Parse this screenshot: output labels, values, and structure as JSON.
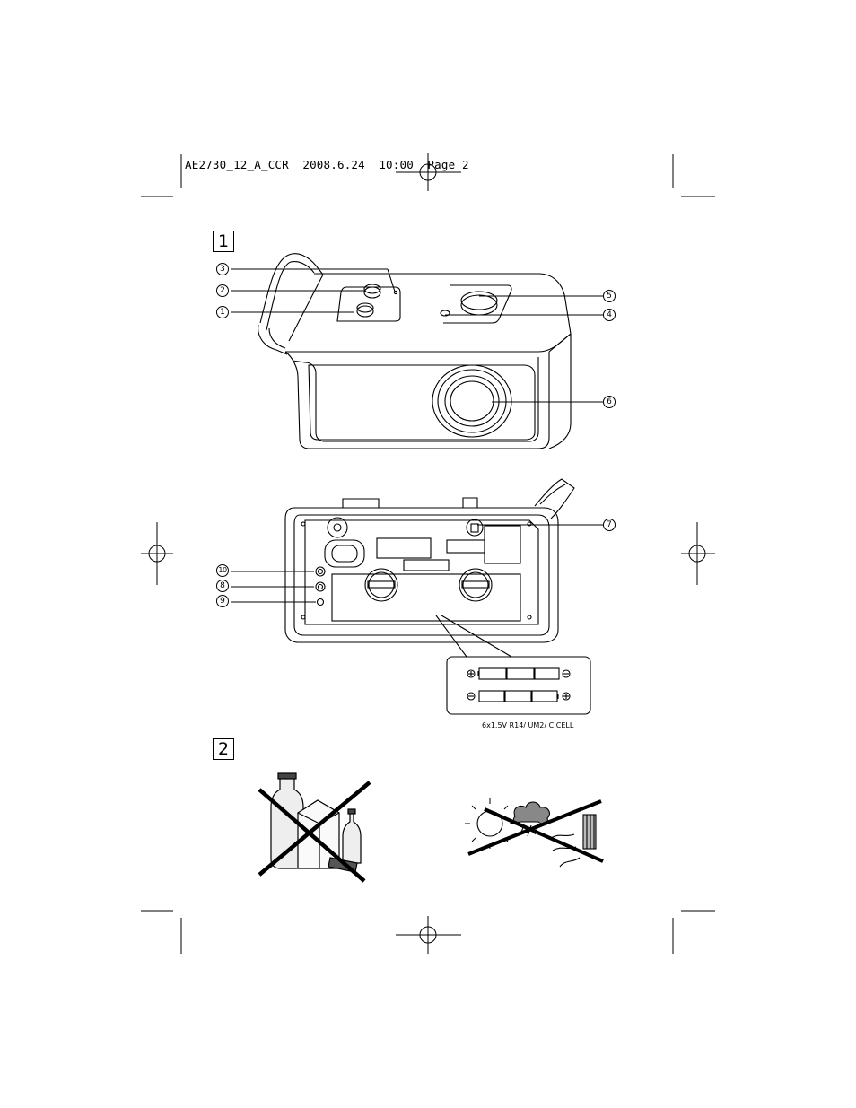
{
  "header": {
    "doc_id": "AE2730_12_A_CCR",
    "date": "2008.6.24",
    "time": "10:00",
    "page": "Page 2"
  },
  "sections": {
    "one": "1",
    "two": "2"
  },
  "callouts": {
    "c1": "1",
    "c2": "2",
    "c3": "3",
    "c4": "4",
    "c5": "5",
    "c6": "6",
    "c7": "7",
    "c8": "8",
    "c9": "9",
    "c10": "10"
  },
  "battery": {
    "caption": "6x1.5V R14/ UM2/ C CELL",
    "plus": "⊕",
    "minus": "⊖"
  }
}
